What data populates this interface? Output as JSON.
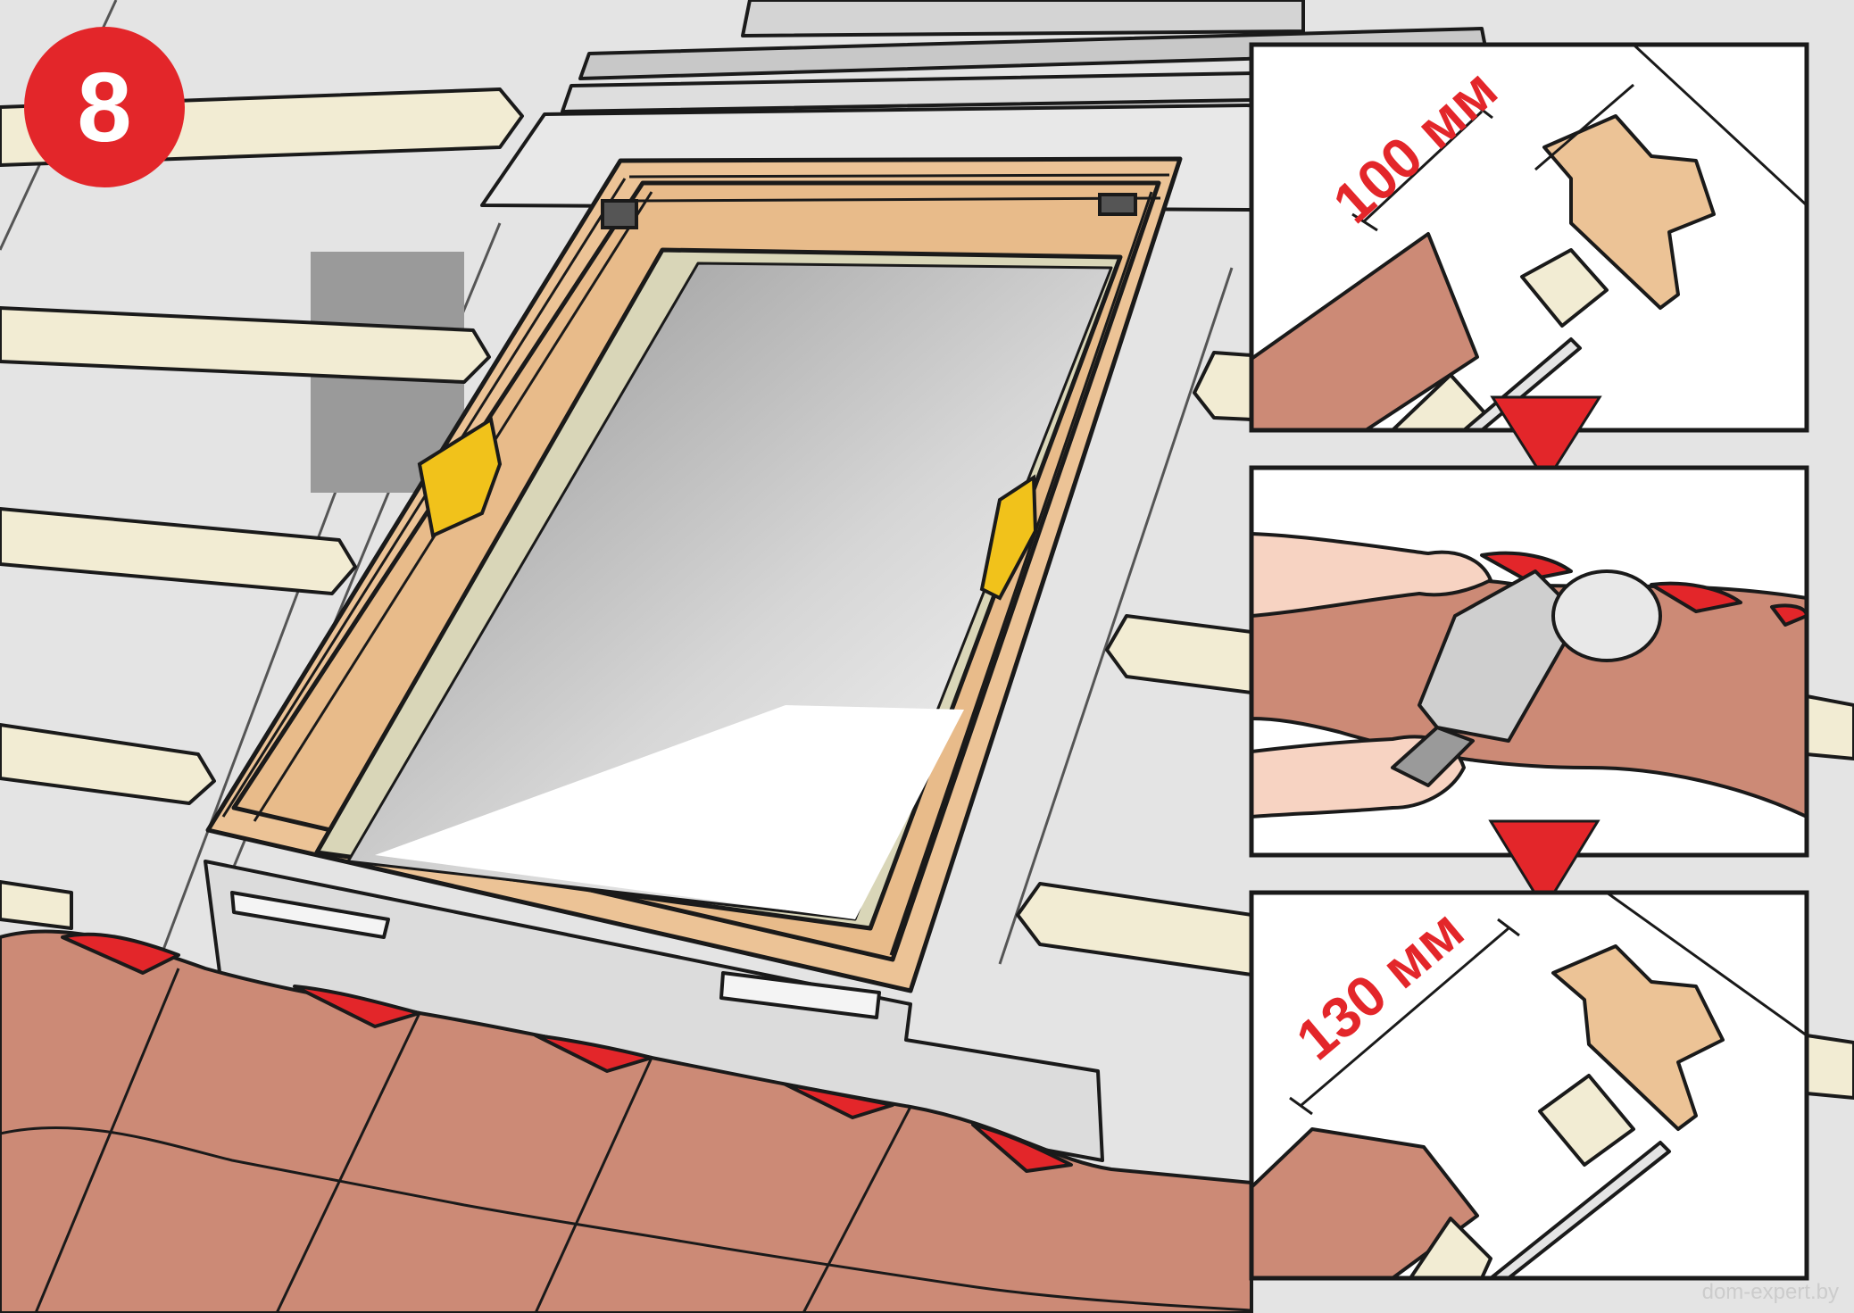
{
  "step": {
    "number": "8"
  },
  "callouts": {
    "top": {
      "dimension": "100 мм"
    },
    "bottom": {
      "dimension": "130 мм"
    }
  },
  "watermark": {
    "text": "dom-expert.by"
  },
  "colors": {
    "accent_red": "#e3262a",
    "tile": "#cc8a76",
    "wood": "#ecc396",
    "batten": "#f2ecd3",
    "membrane": "#dcdcdc",
    "outline": "#1a1a1a"
  }
}
